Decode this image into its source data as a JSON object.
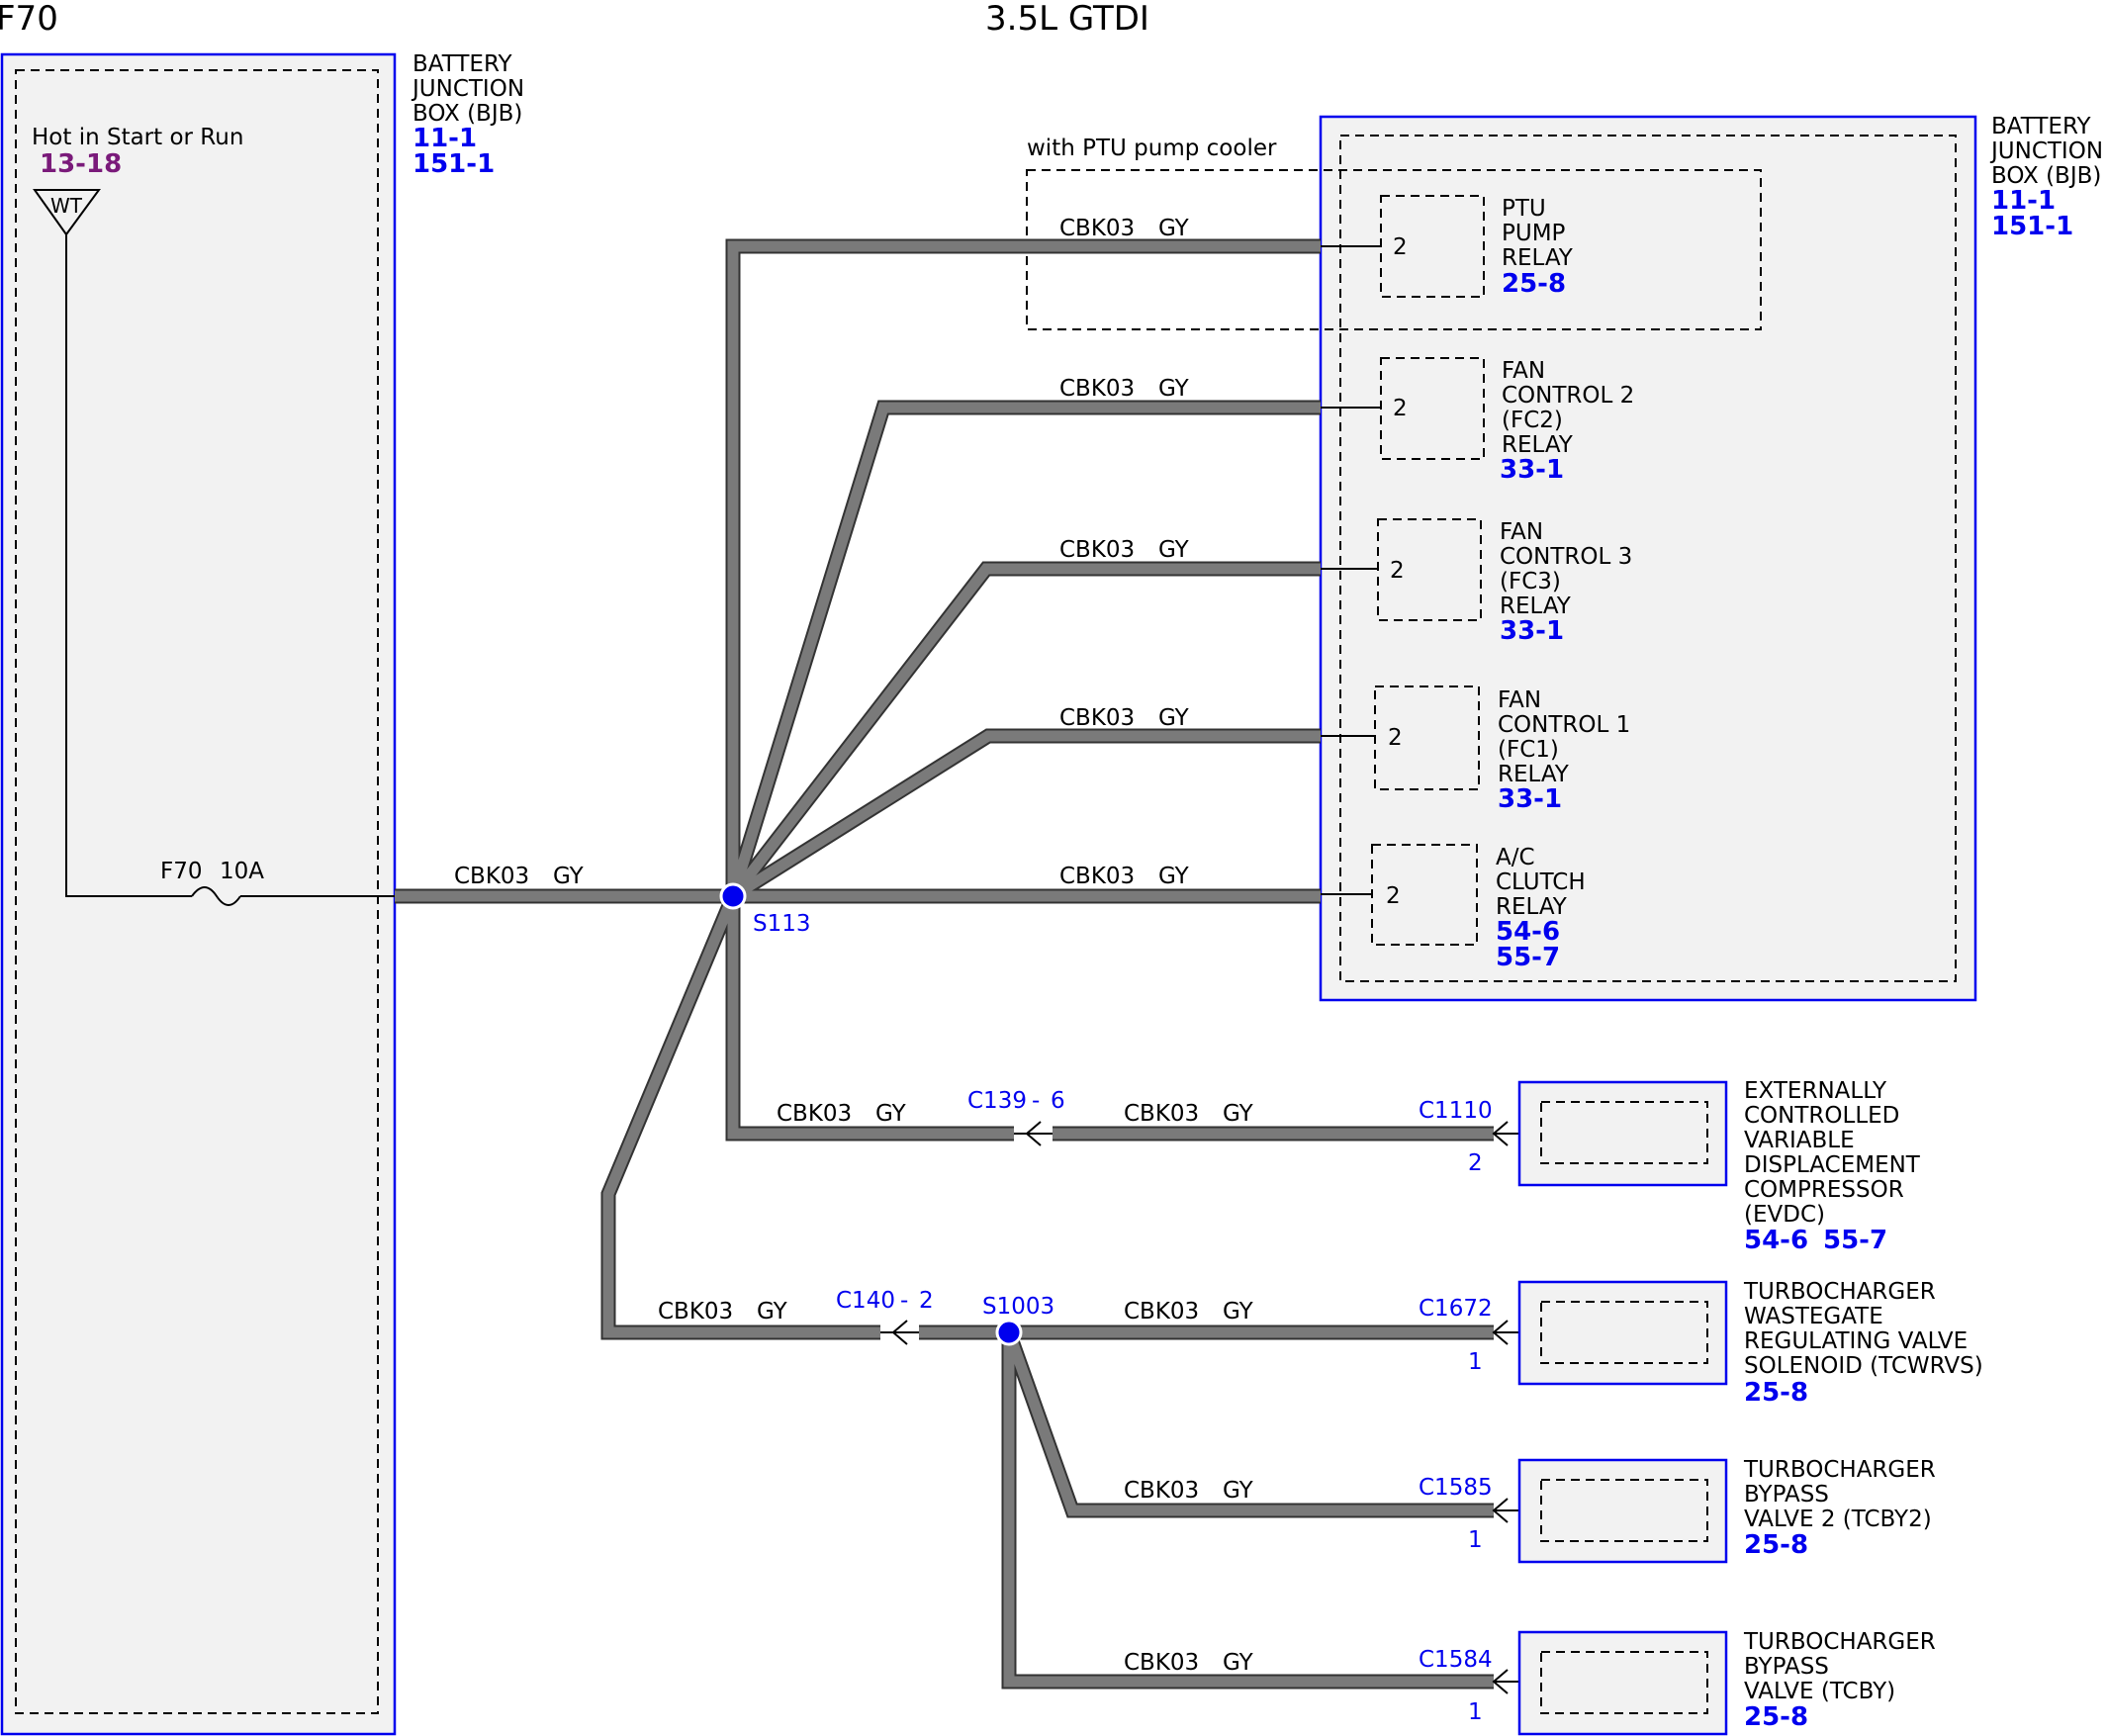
{
  "header": {
    "fuse_title": "F70",
    "engine": "3.5L GTDI"
  },
  "colors": {
    "wire": "#7a7a7a",
    "reference": "#0000ee",
    "box_outline": "#0000ee",
    "box_fill": "#f2f2f2",
    "power_ref": "#7a1a7a"
  },
  "left_bjb": {
    "name_lines": [
      "BATTERY",
      "JUNCTION",
      "BOX (BJB)"
    ],
    "refs": [
      "11-1",
      "151-1"
    ],
    "power_label": "Hot in Start or Run",
    "power_ref": "13-18",
    "terminal_label": "WT",
    "fuse_label": "F70",
    "fuse_rating": "10A"
  },
  "right_bjb": {
    "name_lines": [
      "BATTERY",
      "JUNCTION",
      "BOX (BJB)"
    ],
    "refs": [
      "11-1",
      "151-1"
    ],
    "option_label": "with PTU pump cooler"
  },
  "wire": {
    "circuit": "CBK03",
    "color": "GY"
  },
  "splices": {
    "main": "S113",
    "secondary": "S1003"
  },
  "relays": [
    {
      "pin": "2",
      "name_lines": [
        "PTU",
        "PUMP",
        "RELAY"
      ],
      "refs": [
        "25-8"
      ]
    },
    {
      "pin": "2",
      "name_lines": [
        "FAN",
        "CONTROL 2",
        "(FC2)",
        "RELAY"
      ],
      "refs": [
        "33-1"
      ]
    },
    {
      "pin": "2",
      "name_lines": [
        "FAN",
        "CONTROL 3",
        "(FC3)",
        "RELAY"
      ],
      "refs": [
        "33-1"
      ]
    },
    {
      "pin": "2",
      "name_lines": [
        "FAN",
        "CONTROL 1",
        "(FC1)",
        "RELAY"
      ],
      "refs": [
        "33-1"
      ]
    },
    {
      "pin": "2",
      "name_lines": [
        "A/C",
        "CLUTCH",
        "RELAY"
      ],
      "refs": [
        "54-6",
        "55-7"
      ]
    }
  ],
  "inline_connectors": [
    {
      "id": "C139",
      "pin": "6"
    },
    {
      "id": "C140",
      "pin": "2"
    }
  ],
  "components": [
    {
      "connector": "C1110",
      "pin": "2",
      "name_lines": [
        "EXTERNALLY",
        "CONTROLLED",
        "VARIABLE",
        "DISPLACEMENT",
        "COMPRESSOR",
        "(EVDC)"
      ],
      "refs": [
        "54-6",
        "55-7"
      ]
    },
    {
      "connector": "C1672",
      "pin": "1",
      "name_lines": [
        "TURBOCHARGER",
        "WASTEGATE",
        "REGULATING VALVE",
        "SOLENOID (TCWRVS)"
      ],
      "refs": [
        "25-8"
      ]
    },
    {
      "connector": "C1585",
      "pin": "1",
      "name_lines": [
        "TURBOCHARGER",
        "BYPASS",
        "VALVE 2 (TCBY2)"
      ],
      "refs": [
        "25-8"
      ]
    },
    {
      "connector": "C1584",
      "pin": "1",
      "name_lines": [
        "TURBOCHARGER",
        "BYPASS",
        "VALVE (TCBY)"
      ],
      "refs": [
        "25-8"
      ]
    }
  ]
}
